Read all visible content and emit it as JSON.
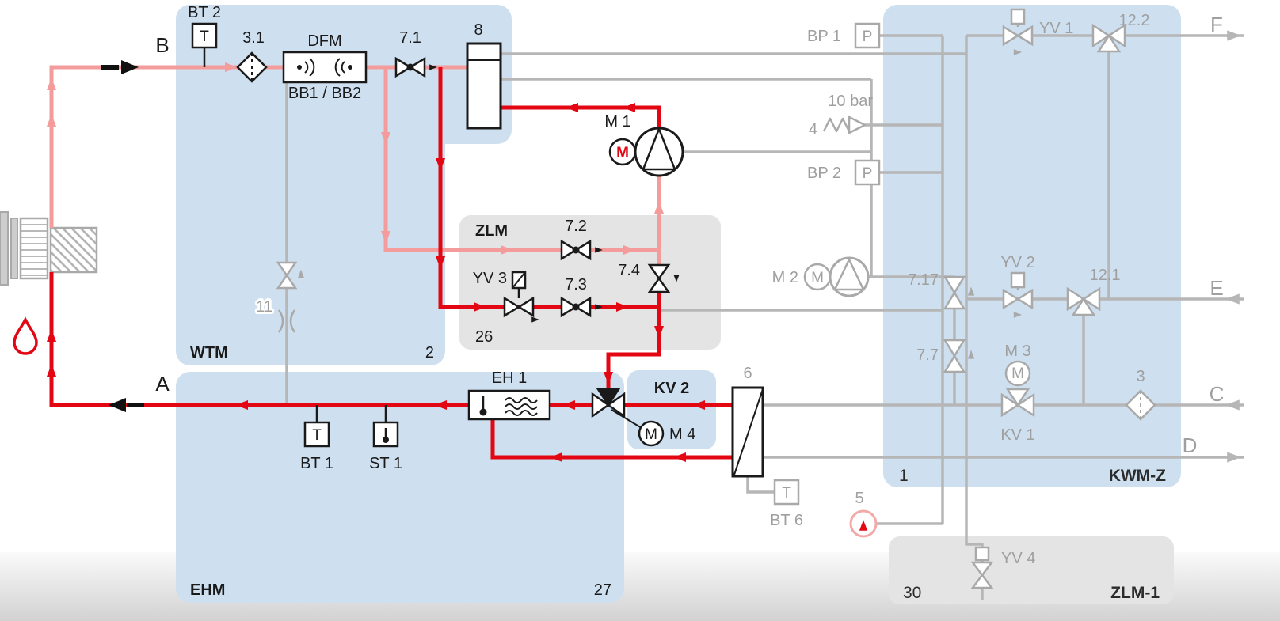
{
  "modules": {
    "wtm": {
      "name": "WTM",
      "num": "2"
    },
    "ehm": {
      "name": "EHM",
      "num": "27"
    },
    "zlm": {
      "name": "ZLM",
      "num": "26"
    },
    "kv2": {
      "name": "KV 2"
    },
    "kwmz": {
      "name": "KWM-Z",
      "num": "1"
    },
    "zlm1": {
      "name": "ZLM-1",
      "num": "30"
    }
  },
  "ports": {
    "a": "A",
    "b": "B",
    "c": "C",
    "d": "D",
    "e": "E",
    "f": "F"
  },
  "letters": {
    "t": "T",
    "p": "P",
    "m": "M"
  },
  "components": {
    "bt2": "BT 2",
    "bt1": "BT 1",
    "bt6": "BT 6",
    "st1": "ST 1",
    "bp1": "BP 1",
    "bp2": "BP 2",
    "filter31": "3.1",
    "filter3": "3",
    "dfm": "DFM",
    "bb": "BB1 / BB2",
    "v71": "7.1",
    "v72": "7.2",
    "v73": "7.3",
    "v74": "7.4",
    "v717": "7.17",
    "v77": "7.7",
    "v11": "11",
    "v121": "12.1",
    "v122": "12.2",
    "yv1": "YV 1",
    "yv2": "YV 2",
    "yv3": "YV 3",
    "yv4": "YV 4",
    "kv1": "KV 1",
    "m1": "M 1",
    "m2": "M 2",
    "m3": "M 3",
    "m4": "M 4",
    "vessel8": "8",
    "vessel6": "6",
    "safety4": "4",
    "gauge5": "5",
    "eh1": "EH 1",
    "pressure": "10 bar"
  },
  "colors": {
    "flow_hot": "#e30613",
    "flow_supply": "#f49b9b",
    "inactive_line": "#b6b6b6",
    "module_blue": "#cee0f0",
    "module_gray": "#e4e4e4"
  }
}
